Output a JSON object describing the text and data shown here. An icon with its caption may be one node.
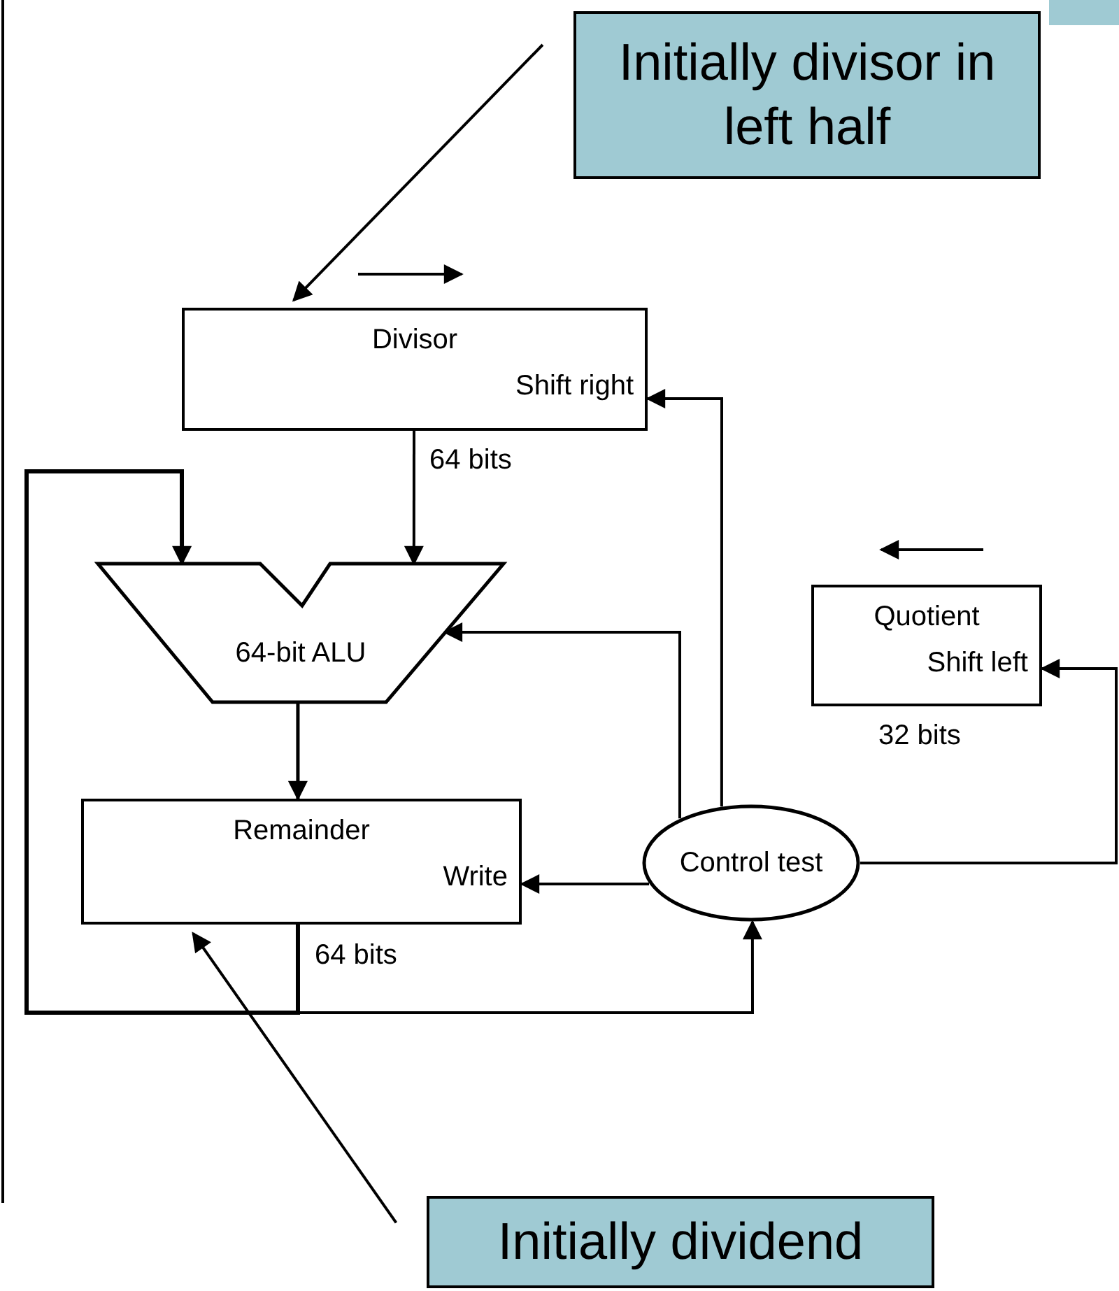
{
  "diagram": {
    "nodes": [
      {
        "text": [
          "Initially divisor in left half"
        ]
      },
      {
        "text": [
          "Divisor",
          "Shift right"
        ]
      },
      {
        "text": [
          "64-bit ALU"
        ]
      },
      {
        "text": [
          "Remainder",
          "Write"
        ]
      },
      {
        "text": [
          "Control test"
        ]
      },
      {
        "text": [
          "Quotient",
          "Shift left"
        ],
        "beside": [
          "32 bits"
        ]
      },
      {
        "text": [
          "Initially dividend"
        ]
      }
    ],
    "edges": [
      {
        "from": 0,
        "to": 1,
        "arrow": "to"
      },
      {
        "from": 6,
        "to": 3,
        "arrow": "to"
      },
      {
        "from": 1,
        "to": 2,
        "arrow": "to",
        "label": "64 bits"
      },
      {
        "from": 3,
        "to": 2,
        "arrow": "to"
      },
      {
        "from": 3,
        "to": 4,
        "arrow": "to",
        "label": "64 bits"
      },
      {
        "from": 2,
        "to": 3,
        "arrow": "to"
      },
      {
        "from": 4,
        "to": 1,
        "arrow": "to"
      },
      {
        "from": 4,
        "to": 2,
        "arrow": "to"
      },
      {
        "from": 4,
        "to": 3,
        "arrow": "to"
      },
      {
        "from": 4,
        "to": 5,
        "arrow": "to"
      }
    ]
  }
}
